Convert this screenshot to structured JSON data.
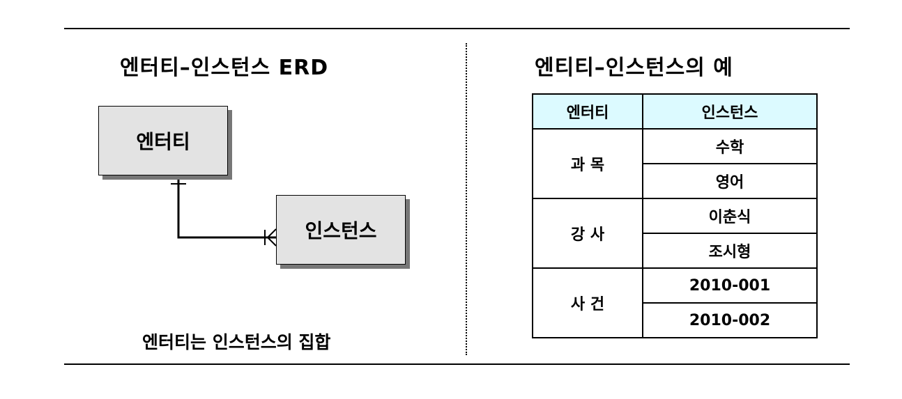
{
  "left_panel": {
    "title": "엔터티–인스턴스 ERD",
    "entity_label": "엔터티",
    "instance_label": "인스턴스",
    "caption": "엔터티는 인스턴스의 집합"
  },
  "right_panel": {
    "title": "엔티티–인스턴스의 예",
    "table": {
      "headers": [
        "엔터티",
        "인스턴스"
      ],
      "groups": [
        {
          "entity": "과 목",
          "instances": [
            "수학",
            "영어"
          ]
        },
        {
          "entity": "강 사",
          "instances": [
            "이춘식",
            "조시형"
          ]
        },
        {
          "entity": "사  건",
          "instances": [
            "2010-001",
            "2010-002"
          ]
        }
      ],
      "header_color": "#dcfaff"
    }
  }
}
